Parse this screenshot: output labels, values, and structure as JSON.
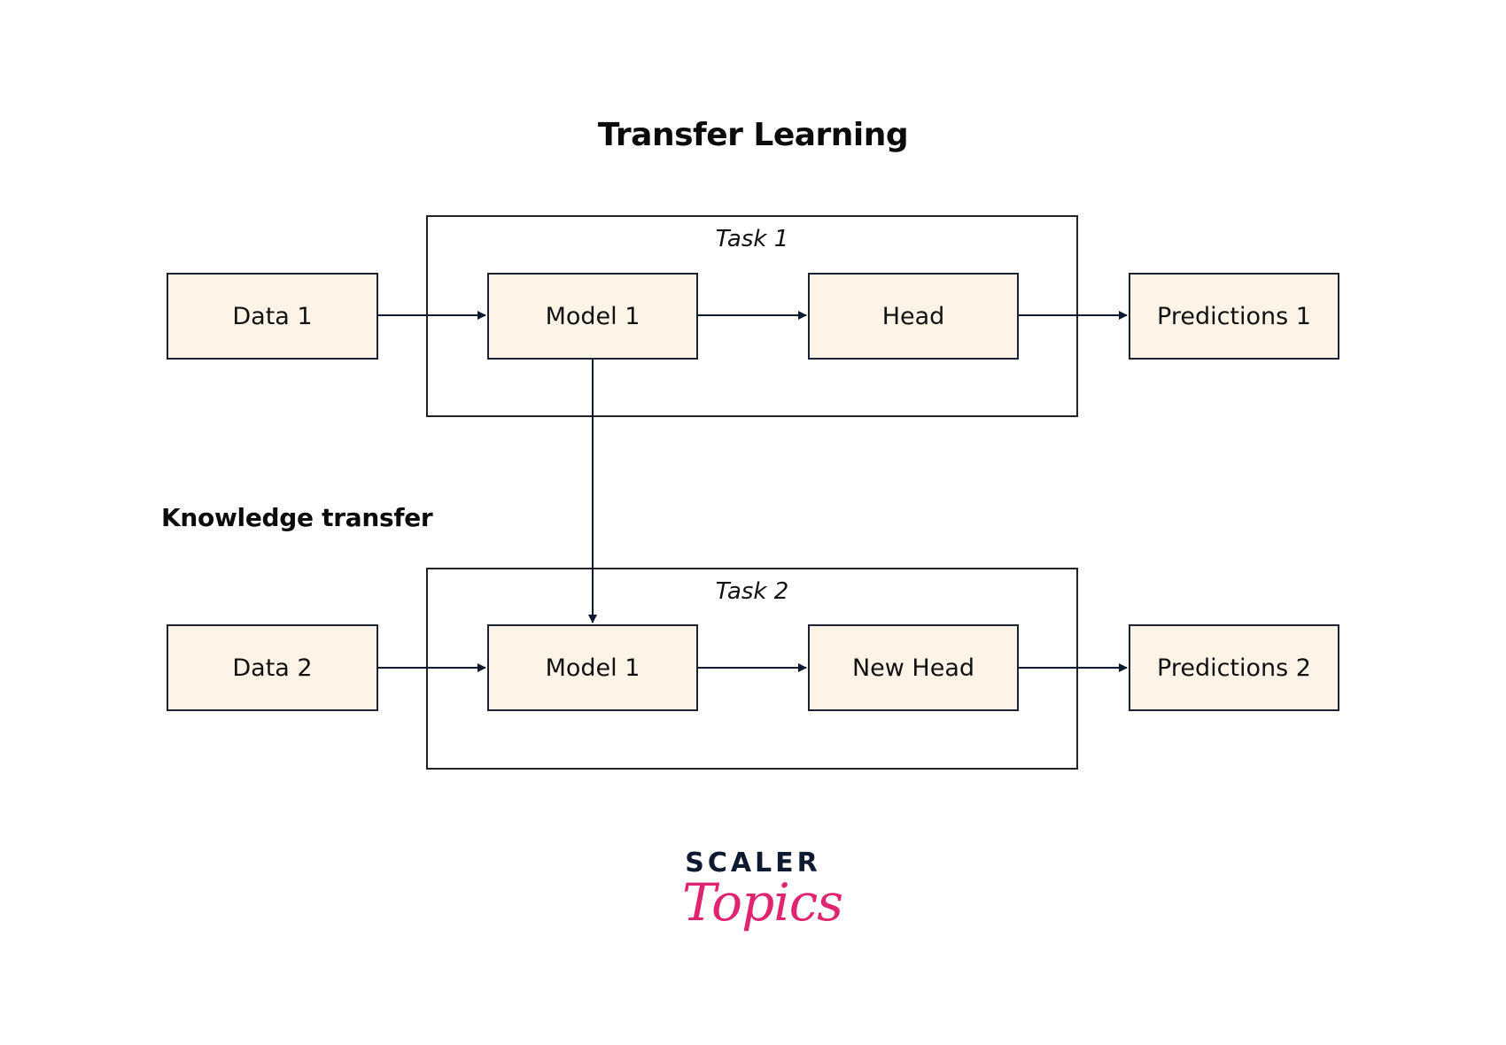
{
  "title": "Transfer Learning",
  "knowledge_transfer_label": "Knowledge transfer",
  "tasks": [
    {
      "label": "Task 1",
      "input": "Data 1",
      "model": "Model 1",
      "head": "Head",
      "output": "Predictions 1"
    },
    {
      "label": "Task 2",
      "input": "Data 2",
      "model": "Model 1",
      "head": "New Head",
      "output": "Predictions 2"
    }
  ],
  "edges": [
    {
      "from": "Data 1",
      "to": "Model 1 (Task 1)"
    },
    {
      "from": "Model 1 (Task 1)",
      "to": "Head"
    },
    {
      "from": "Head",
      "to": "Predictions 1"
    },
    {
      "from": "Model 1 (Task 1)",
      "to": "Model 1 (Task 2)",
      "label": "Knowledge transfer"
    },
    {
      "from": "Data 2",
      "to": "Model 1 (Task 2)"
    },
    {
      "from": "Model 1 (Task 2)",
      "to": "New Head"
    },
    {
      "from": "New Head",
      "to": "Predictions 2"
    }
  ],
  "colors": {
    "node_fill": "#fdf3e6",
    "node_border": "#1b2233",
    "arrow": "#0e1a2f",
    "logo_primary": "#0e1a2f",
    "logo_accent": "#e0246f"
  },
  "logo": {
    "line1": "SCALER",
    "line2": "Topics"
  }
}
